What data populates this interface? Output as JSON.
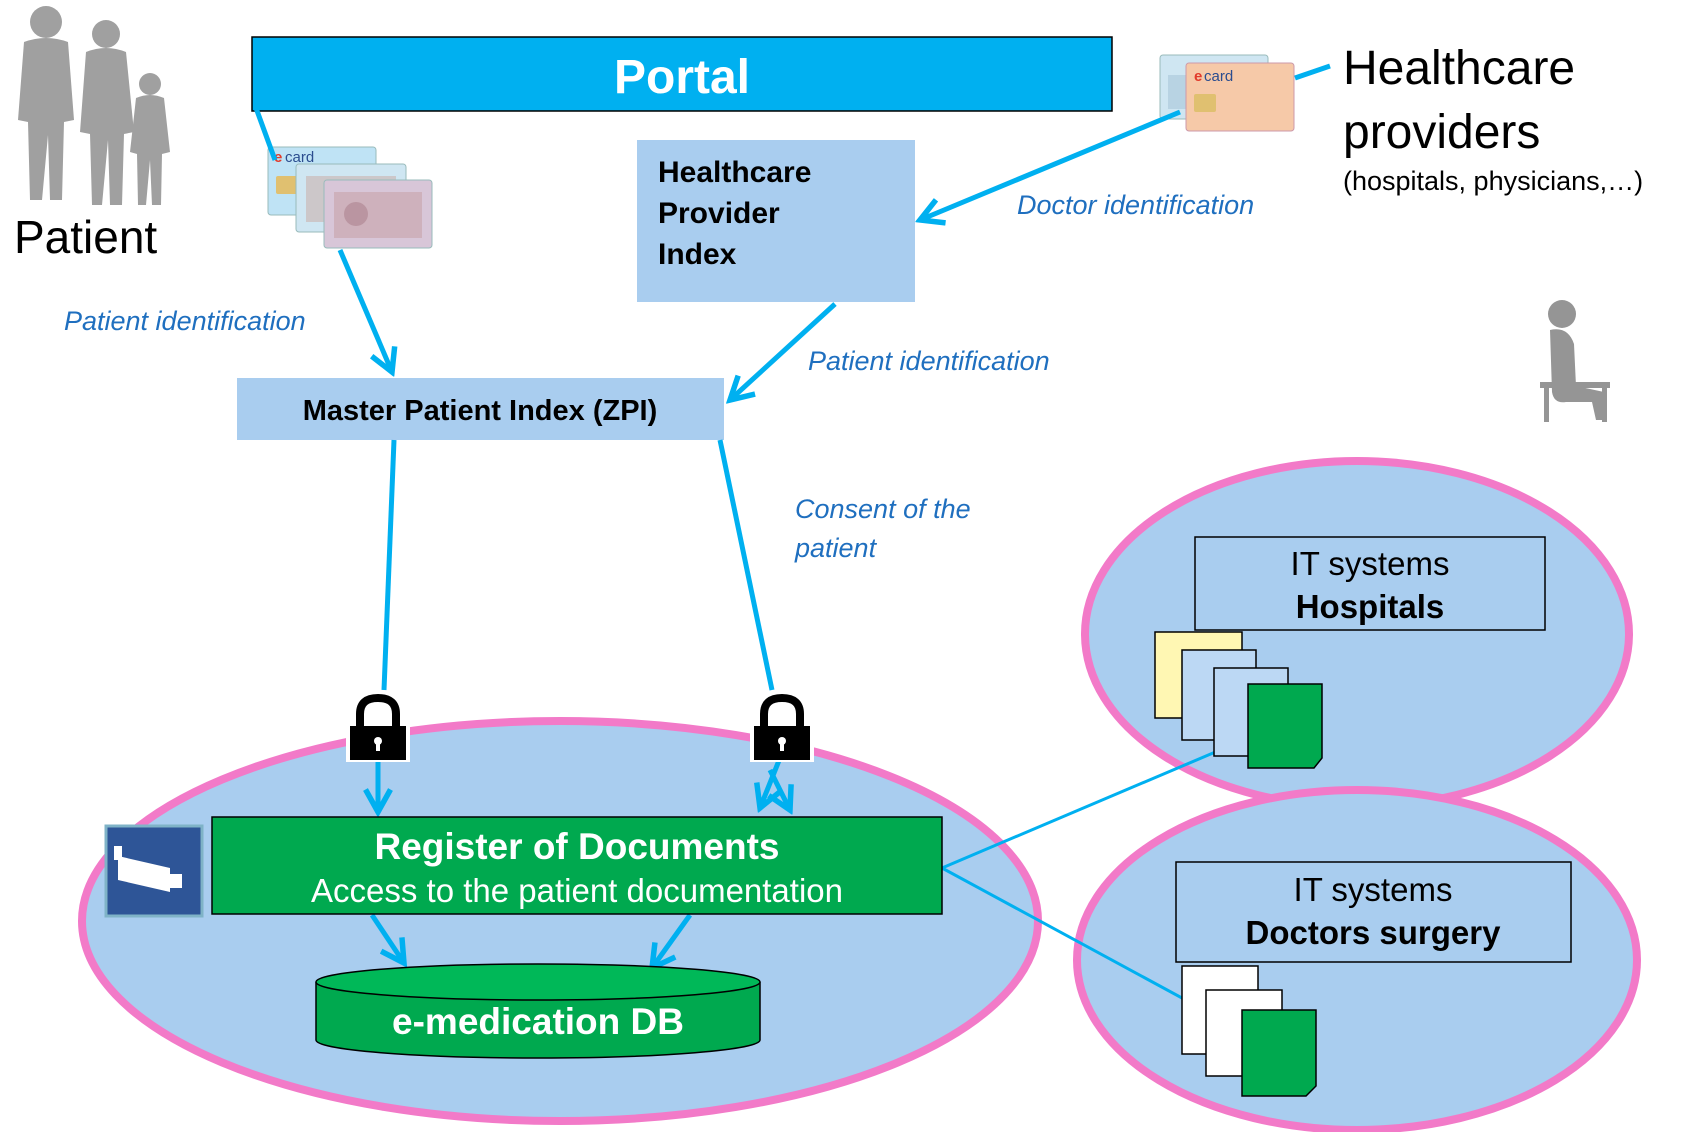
{
  "portal": {
    "label": "Portal"
  },
  "patient": {
    "label": "Patient"
  },
  "providers": {
    "line1": "Healthcare",
    "line2": "providers",
    "sub": "(hospitals, physicians,…)"
  },
  "hpi": {
    "line1": "Healthcare",
    "line2": "Provider",
    "line3": "Index"
  },
  "mpi": {
    "label": "Master Patient Index (ZPI)"
  },
  "register": {
    "title": "Register of Documents",
    "subtitle": "Access to the patient documentation"
  },
  "db": {
    "label": "e-medication DB"
  },
  "hospitals": {
    "line1": "IT systems",
    "line2": "Hospitals"
  },
  "surgery": {
    "line1": "IT systems",
    "line2": "Doctors surgery"
  },
  "ecard_text": "card",
  "annotations": {
    "patient_identification_left": "Patient identification",
    "doctor_identification": "Doctor identification",
    "patient_identification_right": "Patient identification",
    "consent_line1": "Consent of the",
    "consent_line2": "patient"
  },
  "icons": [
    "family-silhouette-icon",
    "seated-person-icon",
    "ecard-icon",
    "padlock-icon",
    "camera-icon",
    "document-stack-icon"
  ],
  "colors": {
    "portal": "#00b0f0",
    "index_box": "#a9cdef",
    "arrow": "#00b0f0",
    "annotation_text": "#1f6fbf",
    "ellipse_fill": "#a9cdef",
    "ellipse_stroke": "#f27ac8",
    "register_fill": "#00a94f",
    "camera_bg": "#2e5597",
    "doc_green": "#00a94f",
    "doc_yellow": "#fff7b3",
    "doc_blue": "#bcd8f4"
  }
}
